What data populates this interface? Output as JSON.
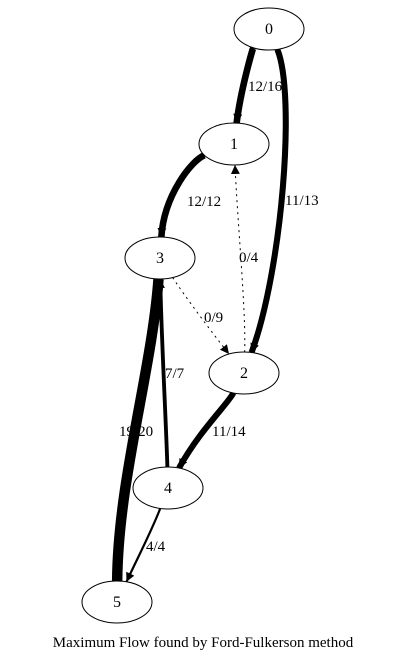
{
  "diagram": {
    "caption": "Maximum Flow found by Ford-Fulkerson method",
    "nodes": [
      {
        "id": "0",
        "label": "0"
      },
      {
        "id": "1",
        "label": "1"
      },
      {
        "id": "2",
        "label": "2"
      },
      {
        "id": "3",
        "label": "3"
      },
      {
        "id": "4",
        "label": "4"
      },
      {
        "id": "5",
        "label": "5"
      }
    ],
    "edges": [
      {
        "from": "0",
        "to": "1",
        "label": "12/16",
        "flow": 12,
        "capacity": 16
      },
      {
        "from": "0",
        "to": "2",
        "label": "11/13",
        "flow": 11,
        "capacity": 13
      },
      {
        "from": "1",
        "to": "3",
        "label": "12/12",
        "flow": 12,
        "capacity": 12
      },
      {
        "from": "2",
        "to": "1",
        "label": "0/4",
        "flow": 0,
        "capacity": 4
      },
      {
        "from": "3",
        "to": "2",
        "label": "0/9",
        "flow": 0,
        "capacity": 9
      },
      {
        "from": "2",
        "to": "4",
        "label": "11/14",
        "flow": 11,
        "capacity": 14
      },
      {
        "from": "4",
        "to": "3",
        "label": "7/7",
        "flow": 7,
        "capacity": 7
      },
      {
        "from": "3",
        "to": "5",
        "label": "19/20",
        "flow": 19,
        "capacity": 20
      },
      {
        "from": "4",
        "to": "5",
        "label": "4/4",
        "flow": 4,
        "capacity": 4
      }
    ]
  }
}
